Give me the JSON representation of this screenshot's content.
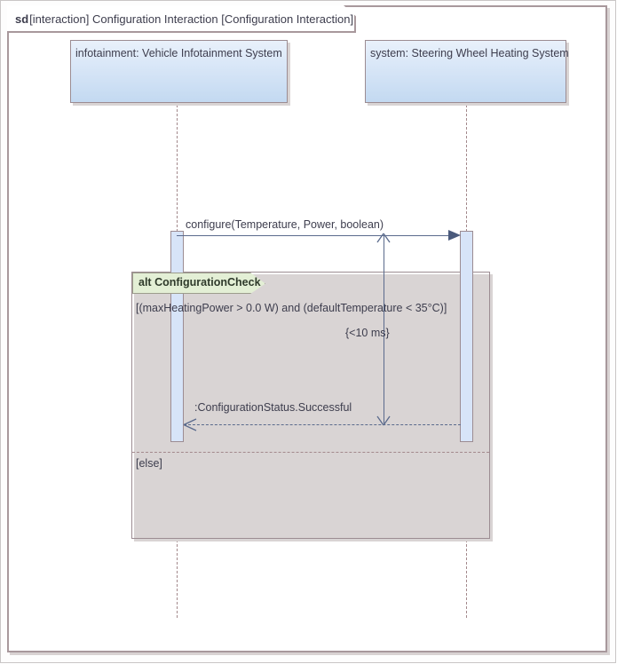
{
  "diagram": {
    "frame": {
      "kind": "sd",
      "name": "[interaction] Configuration Interaction [Configuration Interaction]"
    },
    "lifelines": [
      {
        "id": "infotainment",
        "label": "infotainment: Vehicle Infotainment System"
      },
      {
        "id": "system",
        "label": "system: Steering Wheel Heating System"
      }
    ],
    "fragment": {
      "operator": "alt",
      "name": "ConfigurationCheck",
      "operands": [
        {
          "guard": "[(maxHeatingPower > 0.0 W) and (defaultTemperature < 35°C)]"
        },
        {
          "guard": "[else]"
        }
      ]
    },
    "messages": [
      {
        "id": "configure",
        "label": "configure(Temperature, Power, boolean)",
        "kind": "synchronous-call",
        "direction": "left-to-right"
      },
      {
        "id": "reply",
        "label": ":ConfigurationStatus.Successful",
        "kind": "reply",
        "direction": "right-to-left"
      }
    ],
    "constraints": [
      {
        "id": "duration-constraint",
        "label": "{<10 ms}"
      }
    ],
    "colors": {
      "frame_border": "#a8989c",
      "lifeline_border": "#9c8c92",
      "lifeline_fill_top": "#e9f1fb",
      "lifeline_fill_bottom": "#c3d9f1",
      "lifeline_dash": "#a3898c",
      "activation_fill": "#d7e4f8",
      "fragment_tab_fill": "#e3efd5",
      "message_line": "#5a6a8c",
      "text": "#3d3d4d"
    }
  }
}
